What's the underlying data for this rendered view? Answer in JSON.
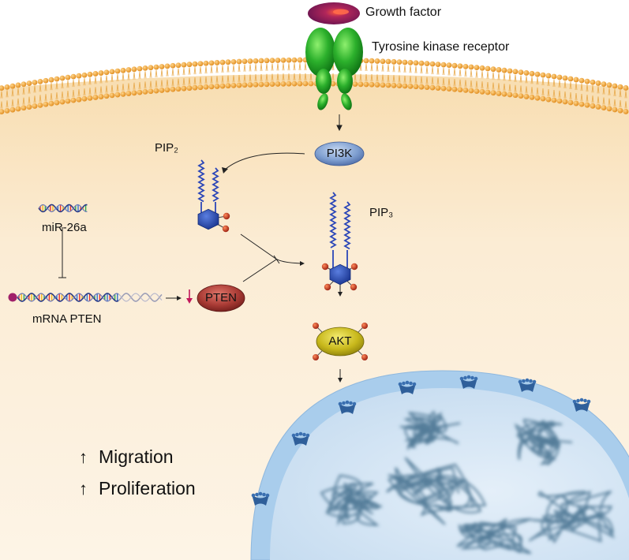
{
  "labels": {
    "growth_factor": "Growth factor",
    "receptor": "Tyrosine kinase receptor",
    "pi3k": "PI3K",
    "pip2": "PIP₂",
    "pip3": "PIP₃",
    "mirna": "miR-26a",
    "mrna": "mRNA PTEN",
    "pten": "PTEN",
    "akt": "AKT"
  },
  "outcomes": [
    {
      "arrow": "↑",
      "label": "Migration"
    },
    {
      "arrow": "↑",
      "label": "Proliferation"
    }
  ],
  "colors": {
    "cytoplasm": "#fbecd2",
    "membrane_head": "#f0a63a",
    "growth_factor": "#8b1a5c",
    "receptor": "#1fa01f",
    "pi3k": "#7d9fd0",
    "pten": "#a83a34",
    "akt": "#c9b91d",
    "pip_head": "#2546a8",
    "phosphate": "#c6341e",
    "nucleus": "#cfe2f4",
    "nuclear_envelope": "#a8cdeb",
    "chromatin": "#3d6a88",
    "down_arrow": "#c2185b"
  },
  "icons": [
    "membrane-bilayer",
    "dna-helix",
    "nuclear-pore",
    "chromatin"
  ]
}
